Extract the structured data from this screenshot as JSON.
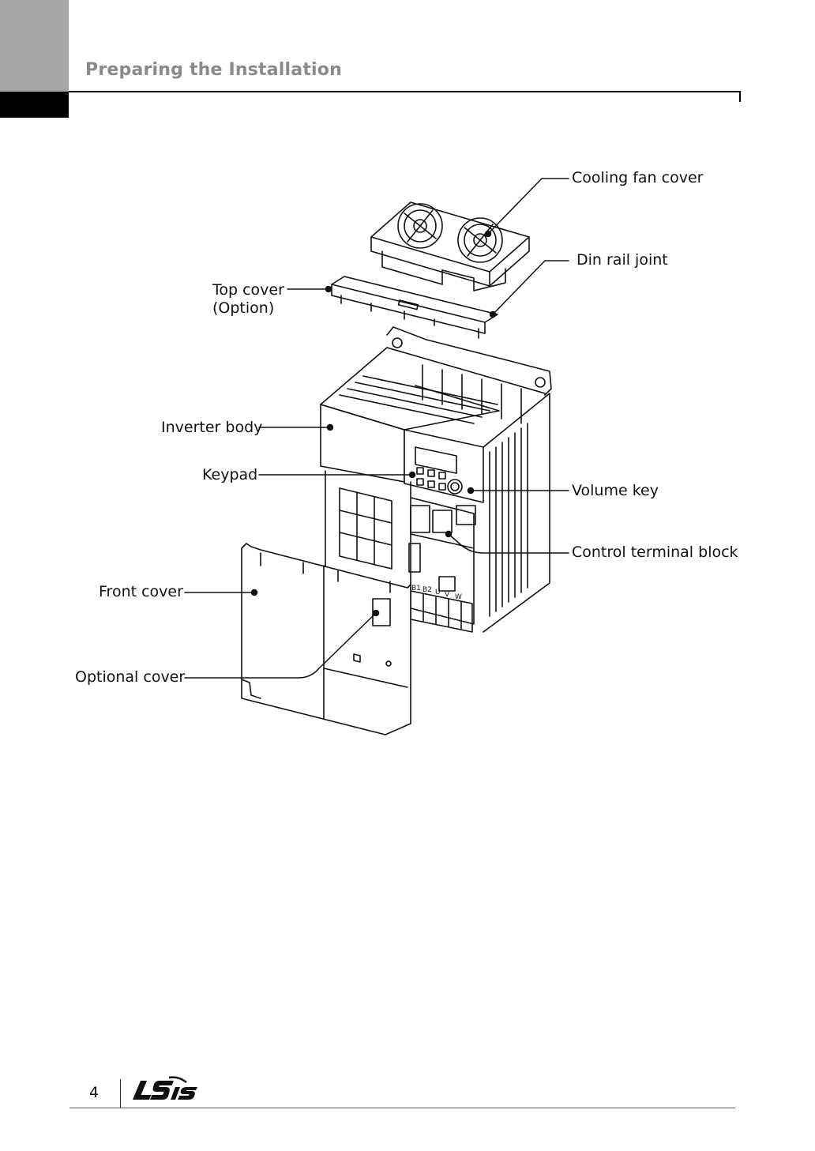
{
  "header": {
    "section_title": "Preparing the Installation"
  },
  "diagram": {
    "labels": {
      "cooling_fan_cover": "Cooling fan cover",
      "din_rail_joint": "Din rail joint",
      "top_cover_line1": "Top cover",
      "top_cover_line2": "(Option)",
      "inverter_body": "Inverter body",
      "keypad": "Keypad",
      "volume_key": "Volume key",
      "control_terminal_block": "Control terminal block",
      "front_cover": "Front cover",
      "optional_cover": "Optional cover"
    },
    "terminal_marks": [
      "B1",
      "B2",
      "U",
      "V",
      "W"
    ],
    "line_color": "#111111"
  },
  "footer": {
    "page_number": "4",
    "logo_text": "LSIS"
  },
  "colors": {
    "tab_gray": "#a6a6a6",
    "tab_black": "#000000",
    "title_gray": "#8a8a8a"
  }
}
